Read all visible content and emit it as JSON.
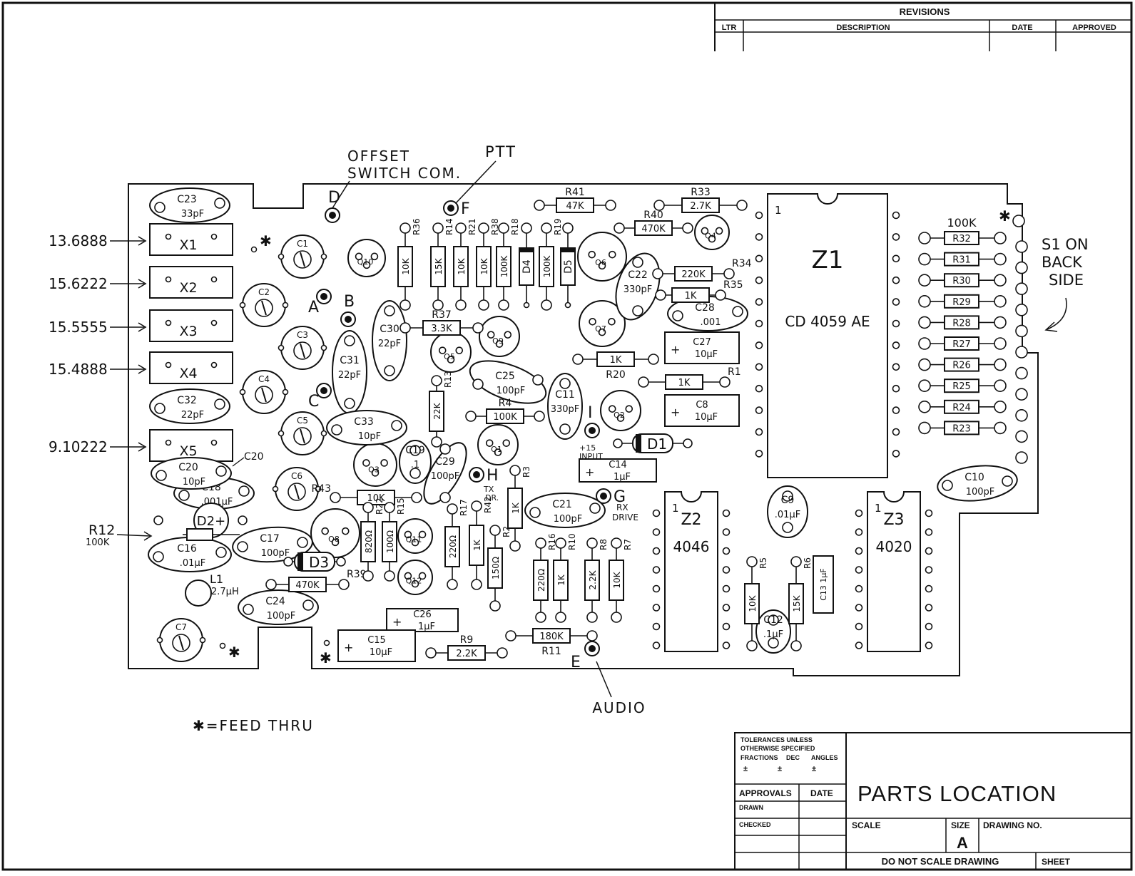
{
  "revisions": {
    "title": "REVISIONS",
    "col_ltr": "LTR",
    "col_description": "DESCRIPTION",
    "col_date": "DATE",
    "col_approved": "APPROVED"
  },
  "callouts": {
    "offset_line1": "OFFSET",
    "offset_line2": "SWITCH COM.",
    "ptt": "PTT",
    "s1_line1": "S1 ON",
    "s1_line2": "BACK",
    "s1_line3": "SIDE",
    "audio": "AUDIO",
    "feed_thru": "✱=FEED THRU",
    "r12_ref": "R12",
    "r12_val": "100K",
    "c20_ref": "C20",
    "input_line1": "+15",
    "input_line2": "INPUT",
    "tx_line1": "TX",
    "tx_line2": "DR.",
    "rx_line1": "RX",
    "rx_line2": "DRIVE"
  },
  "crystals": [
    {
      "ref": "X1",
      "freq": "13.6888"
    },
    {
      "ref": "X2",
      "freq": "15.6222"
    },
    {
      "ref": "X3",
      "freq": "15.5555"
    },
    {
      "ref": "X4",
      "freq": "15.4888"
    },
    {
      "ref": "X5",
      "freq": "9.10222"
    }
  ],
  "test_points": [
    "A",
    "B",
    "C",
    "D",
    "E",
    "F",
    "G",
    "H",
    "I"
  ],
  "trimmers": [
    "C1",
    "C2",
    "C3",
    "C4",
    "C5",
    "C6",
    "C7"
  ],
  "transistors": [
    "Q1",
    "Q2",
    "Q3",
    "Q4",
    "Q5",
    "Q6",
    "Q7",
    "Q8",
    "Q9",
    "Q10",
    "Q11",
    "Q12"
  ],
  "capacitors": [
    {
      "ref": "C23",
      "val": "33pF"
    },
    {
      "ref": "C32",
      "val": "22pF"
    },
    {
      "ref": "C31",
      "val": "22pF"
    },
    {
      "ref": "C30",
      "val": "22pF"
    },
    {
      "ref": "C33",
      "val": "10pF"
    },
    {
      "ref": "C25",
      "val": "100pF"
    },
    {
      "ref": "C11",
      "val": "330pF"
    },
    {
      "ref": "C19",
      "val": ".1"
    },
    {
      "ref": "C29",
      "val": "100pF"
    },
    {
      "ref": "C17",
      "val": "100pF"
    },
    {
      "ref": "C16",
      "val": ".01µF"
    },
    {
      "ref": "C24",
      "val": "100pF"
    },
    {
      "ref": "C21",
      "val": "100pF"
    },
    {
      "ref": "C22",
      "val": "330pF"
    },
    {
      "ref": "C28",
      "val": ".001"
    },
    {
      "ref": "C27",
      "val": "10µF"
    },
    {
      "ref": "C8",
      "val": "10µF"
    },
    {
      "ref": "C14",
      "val": "1µF"
    },
    {
      "ref": "C9",
      "val": ".01µF"
    },
    {
      "ref": "C12",
      "val": ".1µF"
    },
    {
      "ref": "C13",
      "val": "1µF"
    },
    {
      "ref": "C10",
      "val": "100pF"
    },
    {
      "ref": "C26",
      "val": "1µF"
    },
    {
      "ref": "C15",
      "val": "10µF"
    },
    {
      "ref": "C18",
      "val": ".001µF"
    },
    {
      "ref": "C20",
      "val": "10pF"
    }
  ],
  "resistors": [
    {
      "ref": "R41",
      "val": "47K"
    },
    {
      "ref": "R33",
      "val": "2.7K"
    },
    {
      "ref": "R40",
      "val": "470K"
    },
    {
      "ref": "R34",
      "val": "220K"
    },
    {
      "ref": "R35",
      "val": "1K"
    },
    {
      "ref": "R37",
      "val": "3.3K"
    },
    {
      "ref": "R20",
      "val": "1K"
    },
    {
      "ref": "R1",
      "val": "1K"
    },
    {
      "ref": "R4",
      "val": "100K"
    },
    {
      "ref": "R13",
      "val": "22K"
    },
    {
      "ref": "R43",
      "val": "10K"
    },
    {
      "ref": "R39",
      "val": "470K"
    },
    {
      "ref": "R9",
      "val": "2.2K"
    },
    {
      "ref": "R11",
      "val": "180K"
    },
    {
      "ref": "R36",
      "val": "10K"
    },
    {
      "ref": "R14",
      "val": "15K"
    },
    {
      "ref": "R21",
      "val": "10K"
    },
    {
      "ref": "R38",
      "val": "10K"
    },
    {
      "ref": "R18",
      "val": "100K"
    },
    {
      "ref": "R19",
      "val": "100K"
    },
    {
      "ref": "R22",
      "val": "820Ω"
    },
    {
      "ref": "R15",
      "val": "100Ω"
    },
    {
      "ref": "R17",
      "val": "220Ω"
    },
    {
      "ref": "R42",
      "val": "1K"
    },
    {
      "ref": "R2",
      "val": "150Ω"
    },
    {
      "ref": "R3",
      "val": "1K"
    },
    {
      "ref": "R16",
      "val": "220Ω"
    },
    {
      "ref": "R10",
      "val": "1K"
    },
    {
      "ref": "R8",
      "val": "2.2K"
    },
    {
      "ref": "R7",
      "val": "10K"
    },
    {
      "ref": "R5",
      "val": "10K"
    },
    {
      "ref": "R6",
      "val": "15K"
    }
  ],
  "diodes": [
    "D1",
    "D2",
    "D3",
    "D4",
    "D5"
  ],
  "inductor": {
    "ref": "L1",
    "val": "2.7µH"
  },
  "resistor_bank": {
    "header_val": "100K",
    "refs": [
      "R32",
      "R31",
      "R30",
      "R29",
      "R28",
      "R27",
      "R26",
      "R25",
      "R24",
      "R23"
    ]
  },
  "ics": [
    {
      "ref": "Z1",
      "part": "CD 4059 AE",
      "pin1": "1"
    },
    {
      "ref": "Z2",
      "part": "4046",
      "pin1": "1"
    },
    {
      "ref": "Z3",
      "part": "4020",
      "pin1": "1"
    }
  ],
  "title_block": {
    "tol_line1": "TOLERANCES UNLESS",
    "tol_line2": "OTHERWISE SPECIFIED",
    "tol_fractions": "FRACTIONS",
    "tol_dec": "DEC",
    "tol_angles": "ANGLES",
    "plusminus": "±",
    "approvals": "APPROVALS",
    "date": "DATE",
    "drawn": "DRAWN",
    "checked": "CHECKED",
    "title": "PARTS LOCATION",
    "scale": "SCALE",
    "size": "SIZE",
    "size_value": "A",
    "drawing_no": "DRAWING NO.",
    "do_not_scale": "DO NOT SCALE DRAWING",
    "sheet": "SHEET"
  }
}
